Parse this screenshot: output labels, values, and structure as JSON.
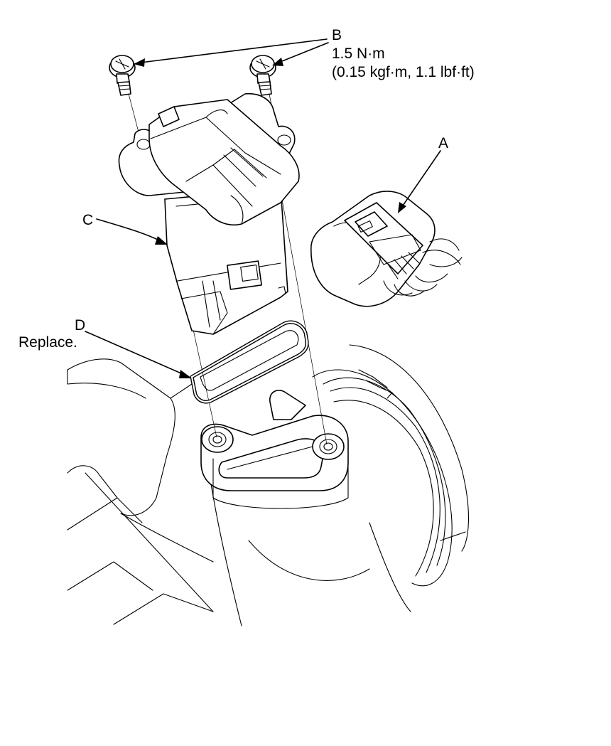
{
  "labels": {
    "a": "A",
    "b": "B",
    "b_torque": "1.5 N·m",
    "b_torque_alt": "(0.15 kgf·m, 1.1 lbf·ft)",
    "c": "C",
    "d": "D",
    "d_note": "Replace."
  }
}
